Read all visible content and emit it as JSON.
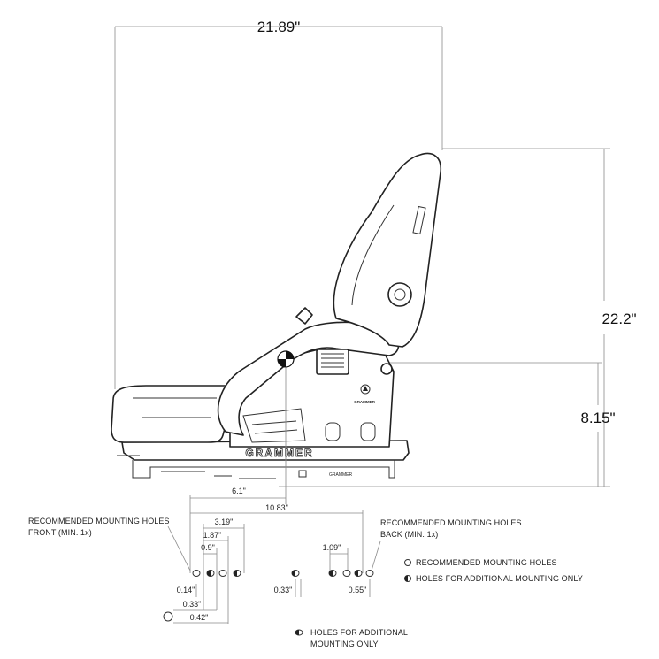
{
  "dimensions": {
    "overall_width": "21.89\"",
    "overall_height": "22.2\"",
    "pivot_height": "8.15\""
  },
  "brand_mark": "GRAMMER",
  "mounting": {
    "front_label_line1": "RECOMMENDED MOUNTING HOLES",
    "front_label_line2": "FRONT  (MIN. 1x)",
    "back_label_line1": "RECOMMENDED MOUNTING HOLES",
    "back_label_line2": "BACK  (MIN. 1x)",
    "dims": {
      "d_6_1": "6.1\"",
      "d_10_83": "10.83\"",
      "d_3_19": "3.19\"",
      "d_1_87": "1.87\"",
      "d_0_9": "0.9\"",
      "d_1_09": "1.09\"",
      "d_0_14": "0.14\"",
      "d_0_33a": "0.33\"",
      "d_0_42": "0.42\"",
      "d_0_33b": "0.33\"",
      "d_0_55": "0.55\""
    }
  },
  "legend": {
    "recommended": "RECOMMENDED MOUNTING HOLES",
    "additional": "HOLES FOR ADDITIONAL MOUNTING ONLY",
    "bottom_line1": "HOLES FOR ADDITIONAL",
    "bottom_line2": "MOUNTING ONLY"
  },
  "icons": [
    "recommended-hole-icon",
    "additional-hole-icon"
  ]
}
